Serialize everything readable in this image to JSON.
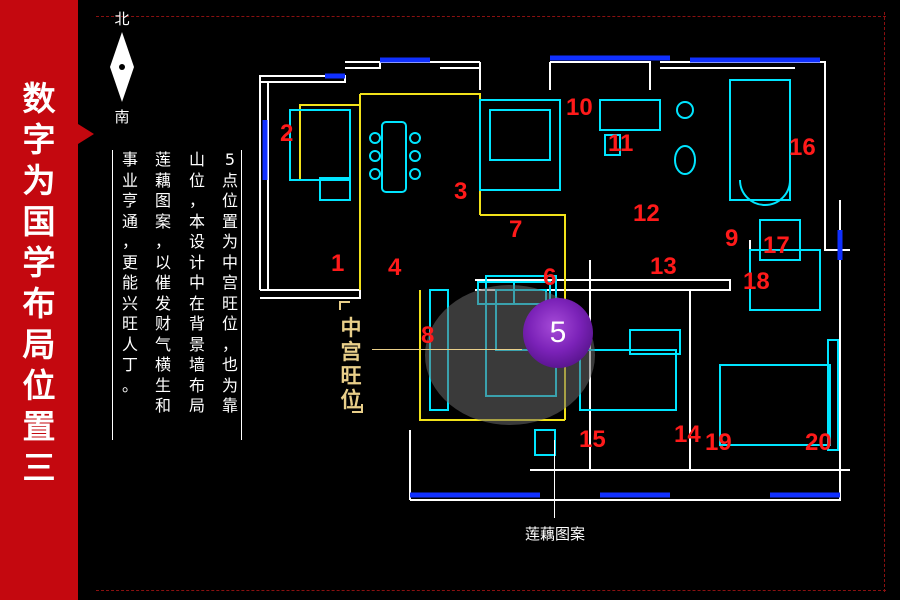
{
  "sidebar": {
    "title": [
      "数",
      "字",
      "为",
      "国",
      "学",
      "布",
      "局",
      "位",
      "置",
      "三"
    ],
    "accent": "#c4080f"
  },
  "compass": {
    "north": "北",
    "south": "南",
    "icon": "compass-arrow-icon"
  },
  "note": {
    "columns": [
      [
        "5",
        "点",
        "位",
        "置",
        "为",
        "中",
        "宫",
        "旺",
        "位",
        "，",
        "也",
        "为",
        "靠"
      ],
      [
        "山",
        "位",
        "，",
        "本",
        "设",
        "计",
        "中",
        "在",
        "背",
        "景",
        "墙",
        "布",
        "局"
      ],
      [
        "莲",
        "藕",
        "图",
        "案",
        "，",
        "以",
        "催",
        "发",
        "财",
        "气",
        "横",
        "生",
        "和"
      ],
      [
        "事",
        "业",
        "亨",
        "通",
        "，",
        "更",
        "能",
        "兴",
        "旺",
        "人",
        "丁",
        "。"
      ]
    ]
  },
  "floorplan": {
    "room_numbers": [
      "1",
      "2",
      "3",
      "4",
      "5",
      "6",
      "7",
      "8",
      "9",
      "10",
      "11",
      "12",
      "13",
      "14",
      "15",
      "16",
      "17",
      "18",
      "19",
      "20"
    ],
    "zhonggong_label": [
      "中",
      "宫",
      "旺",
      "位"
    ],
    "center_number": "5",
    "lotus_caption": "莲藕图案",
    "colors": {
      "wall": "#ffffff",
      "furniture": "#00e5ff",
      "window": "#1030ff",
      "highlight": "#f2e21a",
      "number": "#ff1a1a",
      "center": "#7b22b8"
    }
  }
}
